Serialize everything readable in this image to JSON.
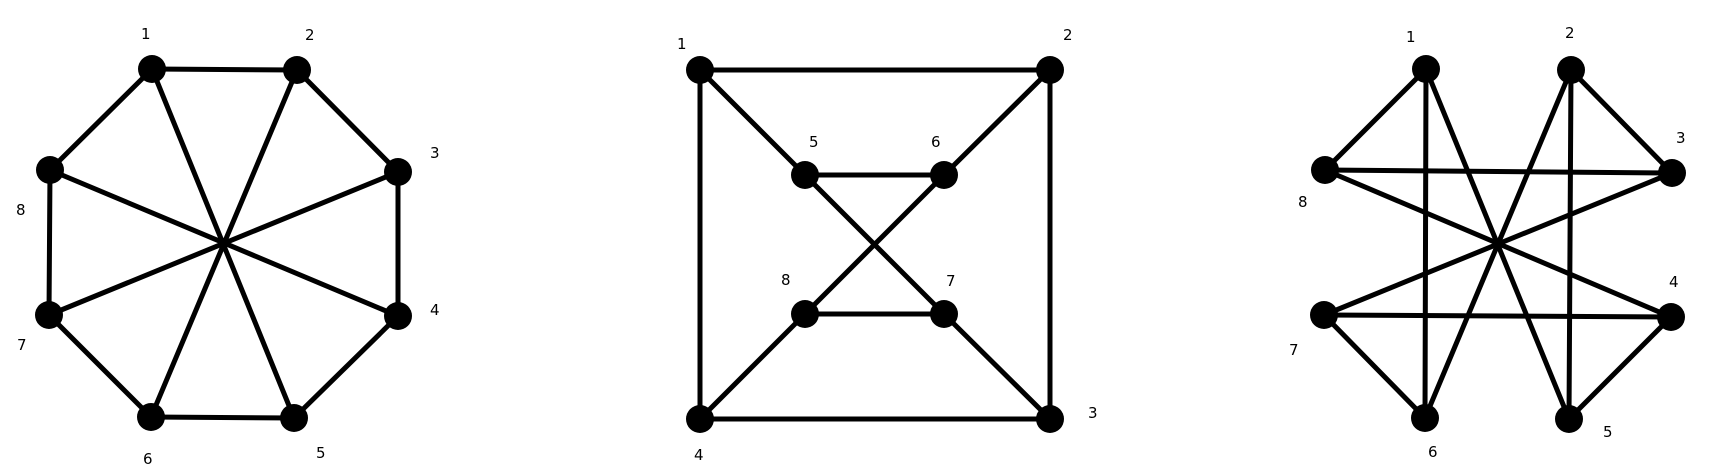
{
  "colors": {
    "ink": "#000000",
    "background": "#ffffff"
  },
  "graphs": [
    {
      "id": "octagon",
      "vertices": [
        {
          "id": "1",
          "label": "1"
        },
        {
          "id": "2",
          "label": "2"
        },
        {
          "id": "3",
          "label": "3"
        },
        {
          "id": "4",
          "label": "4"
        },
        {
          "id": "5",
          "label": "5"
        },
        {
          "id": "6",
          "label": "6"
        },
        {
          "id": "7",
          "label": "7"
        },
        {
          "id": "8",
          "label": "8"
        }
      ],
      "edges": [
        [
          "1",
          "2"
        ],
        [
          "2",
          "3"
        ],
        [
          "3",
          "4"
        ],
        [
          "4",
          "5"
        ],
        [
          "5",
          "6"
        ],
        [
          "6",
          "7"
        ],
        [
          "7",
          "8"
        ],
        [
          "8",
          "1"
        ],
        [
          "1",
          "5"
        ],
        [
          "2",
          "6"
        ],
        [
          "3",
          "7"
        ],
        [
          "4",
          "8"
        ]
      ]
    },
    {
      "id": "squares",
      "vertices": [
        {
          "id": "1",
          "label": "1"
        },
        {
          "id": "2",
          "label": "2"
        },
        {
          "id": "3",
          "label": "3"
        },
        {
          "id": "4",
          "label": "4"
        },
        {
          "id": "5",
          "label": "5"
        },
        {
          "id": "6",
          "label": "6"
        },
        {
          "id": "7",
          "label": "7"
        },
        {
          "id": "8",
          "label": "8"
        }
      ],
      "edges": [
        [
          "1",
          "2"
        ],
        [
          "2",
          "3"
        ],
        [
          "3",
          "4"
        ],
        [
          "4",
          "1"
        ],
        [
          "1",
          "5"
        ],
        [
          "2",
          "6"
        ],
        [
          "3",
          "7"
        ],
        [
          "4",
          "8"
        ],
        [
          "5",
          "6"
        ],
        [
          "7",
          "8"
        ],
        [
          "5",
          "7"
        ],
        [
          "6",
          "8"
        ]
      ]
    },
    {
      "id": "crossed",
      "vertices": [
        {
          "id": "1",
          "label": "1"
        },
        {
          "id": "2",
          "label": "2"
        },
        {
          "id": "3",
          "label": "3"
        },
        {
          "id": "4",
          "label": "4"
        },
        {
          "id": "5",
          "label": "5"
        },
        {
          "id": "6",
          "label": "6"
        },
        {
          "id": "7",
          "label": "7"
        },
        {
          "id": "8",
          "label": "8"
        }
      ],
      "edges": [
        [
          "1",
          "8"
        ],
        [
          "2",
          "3"
        ],
        [
          "4",
          "5"
        ],
        [
          "6",
          "7"
        ],
        [
          "8",
          "3"
        ],
        [
          "7",
          "4"
        ],
        [
          "1",
          "6"
        ],
        [
          "2",
          "5"
        ],
        [
          "1",
          "5"
        ],
        [
          "2",
          "6"
        ],
        [
          "3",
          "7"
        ],
        [
          "4",
          "8"
        ]
      ]
    }
  ]
}
